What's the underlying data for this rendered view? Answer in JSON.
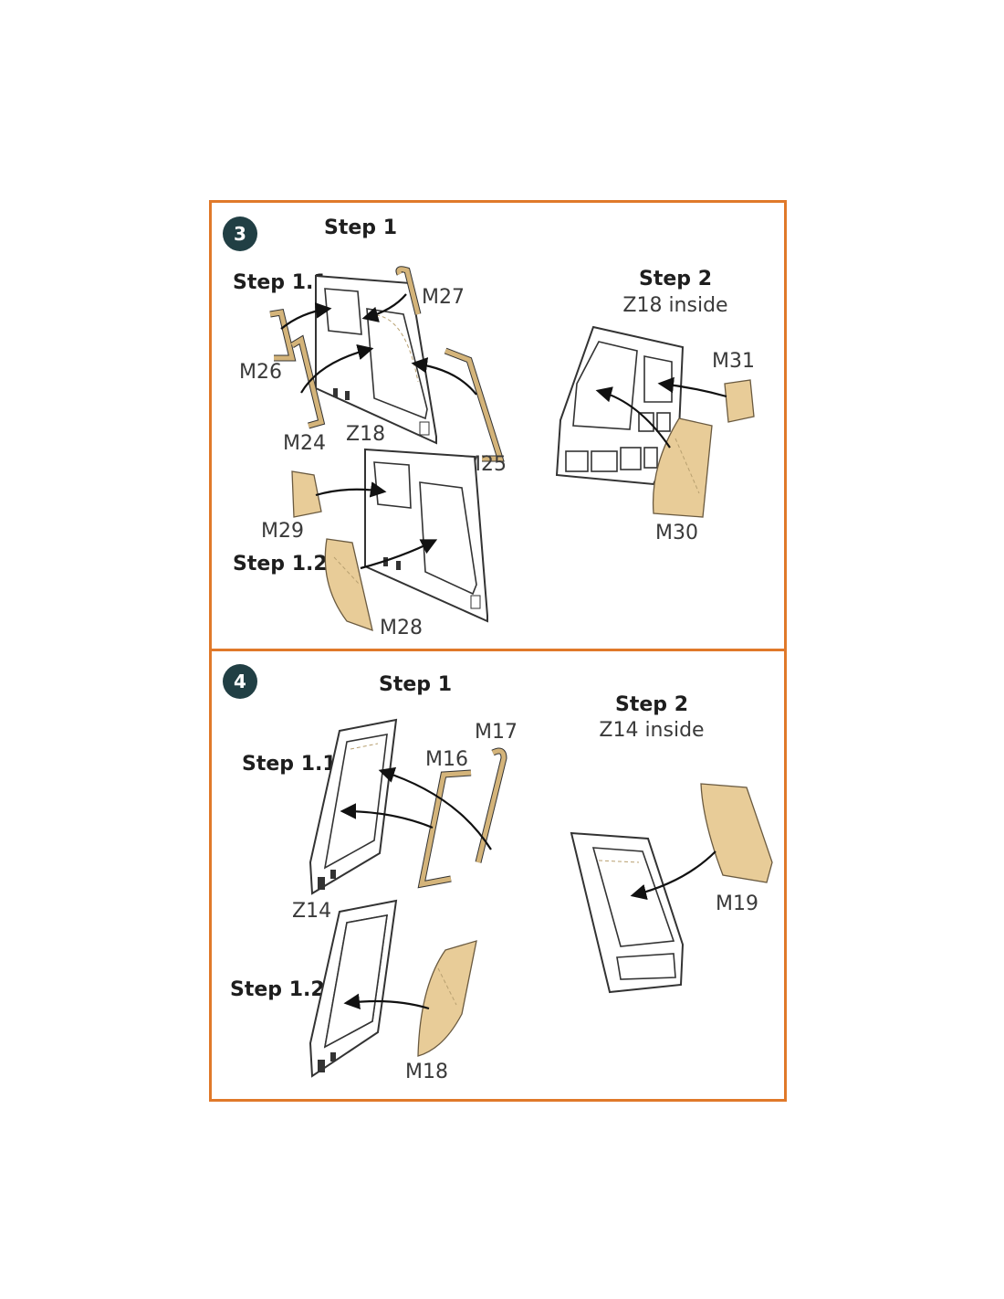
{
  "colors": {
    "border": "#e0792a",
    "badge": "#213f44",
    "part": "#e8cc98"
  },
  "panel3": {
    "badge": "3",
    "step1": "Step 1",
    "step1_1": "Step 1.1",
    "step1_2": "Step 1.2",
    "step2": "Step 2",
    "step2_sub": "Z18 inside",
    "parts": {
      "m27": "M27",
      "m26": "M26",
      "m24": "M24",
      "z18": "Z18",
      "m25": "M25",
      "m29": "M29",
      "m28": "M28",
      "m31": "M31",
      "m30": "M30"
    }
  },
  "panel4": {
    "badge": "4",
    "step1": "Step 1",
    "step1_1": "Step 1.1",
    "step1_2": "Step 1.2",
    "step2": "Step 2",
    "step2_sub": "Z14 inside",
    "parts": {
      "m17": "M17",
      "m16": "M16",
      "z14": "Z14",
      "m18": "M18",
      "m19": "M19"
    }
  }
}
